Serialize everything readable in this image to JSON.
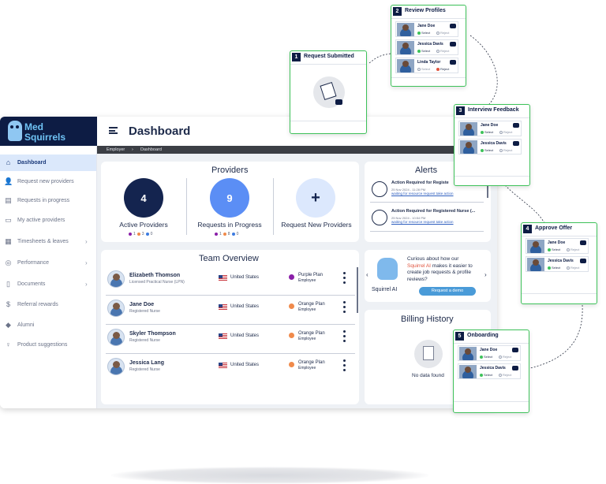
{
  "app": {
    "logo_line1": "Med",
    "logo_line2": "Squirrels",
    "page_title": "Dashboard"
  },
  "breadcrumb": {
    "root": "Employer",
    "sep": "›",
    "current": "Dashboard"
  },
  "sidebar": {
    "items": [
      {
        "label": "Dashboard",
        "icon": "home-icon",
        "active": true
      },
      {
        "label": "Request new providers",
        "icon": "add-user-icon"
      },
      {
        "label": "Requests in progress",
        "icon": "id-card-icon"
      },
      {
        "label": "My active providers",
        "icon": "monitor-icon"
      },
      {
        "label": "Timesheets & leaves",
        "icon": "calendar-icon",
        "chevron": "›"
      },
      {
        "label": "Performance",
        "icon": "target-icon",
        "chevron": "›"
      },
      {
        "label": "Documents",
        "icon": "document-icon",
        "chevron": "›"
      },
      {
        "label": "Referral rewards",
        "icon": "money-bag-icon"
      },
      {
        "label": "Alumni",
        "icon": "graduation-cap-icon"
      },
      {
        "label": "Product suggestions",
        "icon": "lightbulb-icon"
      }
    ]
  },
  "providers": {
    "title": "Providers",
    "active": {
      "count": "4",
      "label": "Active Providers",
      "dots": [
        "1",
        "3",
        "0"
      ]
    },
    "in_progress": {
      "count": "9",
      "label": "Requests in Progress",
      "dots": [
        "1",
        "8",
        "0"
      ]
    },
    "request_new": {
      "symbol": "+",
      "label": "Request New Providers"
    },
    "dot_colors": [
      "#8a1fa8",
      "#f08a4b",
      "#3d7be0"
    ]
  },
  "alerts": {
    "title": "Alerts",
    "items": [
      {
        "title": "Action Required for Registe",
        "date": "25 Nov 2024 - 11:28 PM",
        "link": "waiting for resource request take action"
      },
      {
        "title": "Action Required for Registered Nurse (...",
        "date": "25 Nov 2024 - 10:54 PM",
        "link": "waiting for resource request take action"
      }
    ]
  },
  "team": {
    "title": "Team Overview",
    "rows": [
      {
        "name": "Elizabeth Thomson",
        "role": "Licensed Practical Nurse (LPN)",
        "country": "United States",
        "plan": "Purple Plan",
        "type": "Employee",
        "plan_color": "#8a1fa8"
      },
      {
        "name": "Jane Doe",
        "role": "Registered Nurse",
        "country": "United States",
        "plan": "Orange Plan",
        "type": "Employee",
        "plan_color": "#f08a4b"
      },
      {
        "name": "Skyler Thompson",
        "role": "Registered Nurse",
        "country": "United States",
        "plan": "Orange Plan",
        "type": "Employee",
        "plan_color": "#f08a4b"
      },
      {
        "name": "Jessica Lang",
        "role": "Registered Nurse",
        "country": "United States",
        "plan": "Orange Plan",
        "type": "Employee",
        "plan_color": "#f08a4b"
      }
    ]
  },
  "squirrel_ai": {
    "text1": "Curious about how our",
    "brand": "Squirrel AI",
    "text2": "makes it easier to",
    "text3": "create job requests & profile",
    "text4": "reviews?",
    "name": "Squirrel AI",
    "button": "Request a demo",
    "prev": "‹",
    "next": "›"
  },
  "billing": {
    "title": "Billing History",
    "empty": "No data found"
  },
  "steps": {
    "s1": {
      "num": "1",
      "title": "Request Submitted"
    },
    "s2": {
      "num": "2",
      "title": "Review Profiles",
      "profiles": [
        {
          "name": "Jane Doe",
          "select": "Select",
          "reject": "Reject"
        },
        {
          "name": "Jessica Davis",
          "select": "Select",
          "reject": "Reject"
        },
        {
          "name": "Linda Taylor",
          "select": "Select",
          "reject": "Reject"
        }
      ]
    },
    "s3": {
      "num": "3",
      "title": "Interview Feedback",
      "profiles": [
        {
          "name": "Jane Doe",
          "select": "Select",
          "reject": "Reject"
        },
        {
          "name": "Jessica Davis",
          "select": "Select",
          "reject": "Reject"
        }
      ]
    },
    "s4": {
      "num": "4",
      "title": "Approve Offer",
      "profiles": [
        {
          "name": "Jane Doe",
          "select": "Select",
          "reject": "Reject"
        },
        {
          "name": "Jessica Davis",
          "select": "Select",
          "reject": "Reject"
        }
      ]
    },
    "s5": {
      "num": "5",
      "title": "Onboarding",
      "profiles": [
        {
          "name": "Jane Doe",
          "select": "Select",
          "reject": "Reject"
        },
        {
          "name": "Jessica Davis",
          "select": "Select",
          "reject": "Reject"
        }
      ]
    }
  },
  "colors": {
    "navy": "#0d1c44",
    "accent_green": "#3ec25a",
    "active_nav_bg": "#dbe8fb",
    "circle_blue": "#5b8ef5",
    "circle_light": "#dce8fd"
  }
}
